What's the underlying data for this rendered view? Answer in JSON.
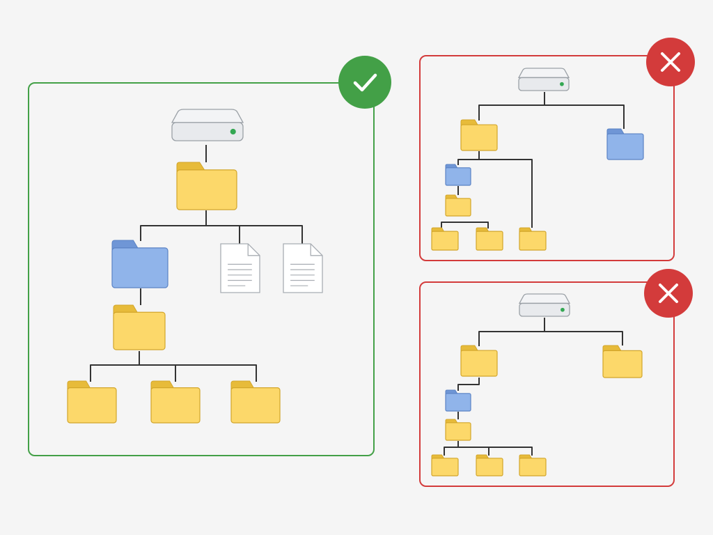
{
  "colors": {
    "background": "#f5f5f5",
    "correct": "#43a047",
    "incorrect": "#d33b3b",
    "folder_yellow": "#fcd86a",
    "folder_yellow_tab": "#e7bb3a",
    "folder_yellow_stroke": "#d2a52a",
    "folder_blue": "#90b4ea",
    "folder_blue_tab": "#6f96d6",
    "folder_blue_stroke": "#5a82c4",
    "drive_fill": "#e8eaed",
    "drive_stroke": "#9aa0a6",
    "drive_led": "#34a853",
    "connector": "#333333",
    "document_stroke": "#a8adb3"
  },
  "panels": [
    {
      "id": "correct",
      "status": "correct",
      "badge_icon": "checkmark-icon"
    },
    {
      "id": "incorrect-1",
      "status": "incorrect",
      "badge_icon": "cross-icon"
    },
    {
      "id": "incorrect-2",
      "status": "incorrect",
      "badge_icon": "cross-icon"
    }
  ],
  "trees": {
    "correct": {
      "root": {
        "type": "drive",
        "children": [
          {
            "type": "folder",
            "color": "yellow",
            "children": [
              {
                "type": "folder",
                "color": "blue",
                "children": [
                  {
                    "type": "folder",
                    "color": "yellow",
                    "children": [
                      {
                        "type": "folder",
                        "color": "yellow"
                      },
                      {
                        "type": "folder",
                        "color": "yellow"
                      },
                      {
                        "type": "folder",
                        "color": "yellow"
                      }
                    ]
                  }
                ]
              },
              {
                "type": "document"
              },
              {
                "type": "document"
              }
            ]
          }
        ]
      }
    },
    "incorrect-1": {
      "root": {
        "type": "drive",
        "children": [
          {
            "type": "folder",
            "color": "yellow",
            "children": [
              {
                "type": "folder",
                "color": "blue",
                "children": [
                  {
                    "type": "folder",
                    "color": "yellow"
                  }
                ]
              },
              {
                "type": "folder",
                "color": "yellow"
              },
              {
                "type": "folder",
                "color": "yellow"
              },
              {
                "type": "folder",
                "color": "yellow"
              }
            ]
          },
          {
            "type": "folder",
            "color": "blue"
          }
        ]
      }
    },
    "incorrect-2": {
      "root": {
        "type": "drive",
        "children": [
          {
            "type": "folder",
            "color": "yellow",
            "children": [
              {
                "type": "folder",
                "color": "blue",
                "children": [
                  {
                    "type": "folder",
                    "color": "yellow",
                    "children": [
                      {
                        "type": "folder",
                        "color": "yellow"
                      },
                      {
                        "type": "folder",
                        "color": "yellow"
                      },
                      {
                        "type": "folder",
                        "color": "yellow"
                      }
                    ]
                  }
                ]
              }
            ]
          },
          {
            "type": "folder",
            "color": "yellow"
          }
        ]
      }
    }
  }
}
